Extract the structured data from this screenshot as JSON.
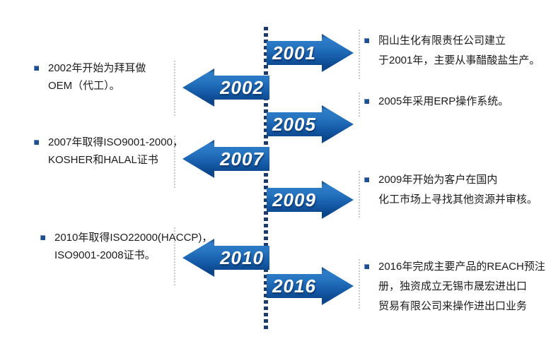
{
  "timeline": {
    "axis_color": "#1a3a70",
    "arrow_color_top": "#2f7dc8",
    "arrow_color_bottom": "#0a4489",
    "bullet_color": "#1e4f93",
    "items": [
      {
        "year": "2001",
        "side": "right",
        "lines": [
          "阳山生化有限责任公司建立",
          "于2001年，主要从事醋酸盐生产。"
        ]
      },
      {
        "year": "2002",
        "side": "left",
        "lines": [
          "2002年开始为拜耳做",
          "OEM（代工）。"
        ]
      },
      {
        "year": "2005",
        "side": "right",
        "lines": [
          "2005年采用ERP操作系统。"
        ]
      },
      {
        "year": "2007",
        "side": "left",
        "lines": [
          "2007年取得ISO9001-2000，",
          "KOSHER和HALAL证书"
        ]
      },
      {
        "year": "2009",
        "side": "right",
        "lines": [
          "2009年开始为客户在国内",
          "化工市场上寻找其他资源并审核。"
        ]
      },
      {
        "year": "2010",
        "side": "left",
        "lines": [
          "2010年取得ISO22000(HACCP)，",
          "ISO9001-2008证书。"
        ]
      },
      {
        "year": "2016",
        "side": "right",
        "lines": [
          "2016年完成主要产品的REACH预注",
          "册，独资成立无锡市晟宏进出口",
          "贸易有限公司来操作进出口业务"
        ]
      }
    ]
  }
}
